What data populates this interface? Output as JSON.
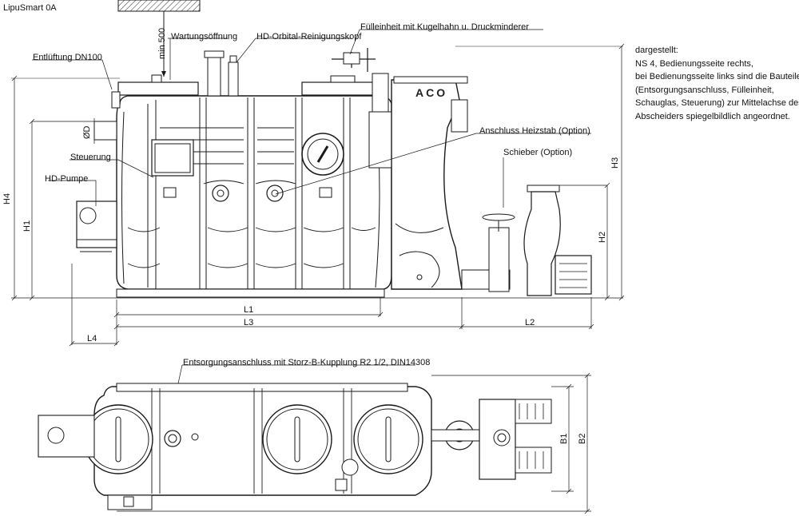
{
  "title": "LipuSmart 0A",
  "logo_text": "ACO",
  "note_lines": [
    "dargestellt:",
    "NS 4, Bedienungsseite rechts,",
    "bei Bedienungsseite links sind die Bauteile",
    "(Entsorgungsanschluss, Fülleinheit,",
    "Schauglas, Steuerung) zur Mittelachse des",
    "Abscheiders spiegelbildlich angeordnet."
  ],
  "labels": {
    "wartung": "Wartungsöffnung",
    "orbital": "HD-Orbital-Reinigungskopf",
    "fuelleinheit": "Fülleinheit mit Kugelhahn u. Druckminderer",
    "entlueftung": "Entlüftung DN100",
    "heizstab": "Anschluss Heizstab (Option)",
    "schieber": "Schieber (Option)",
    "steuerung": "Steuerung",
    "pumpe": "HD-Pumpe",
    "entsorgung": "Entsorgungsanschluss mit Storz-B-Kupplung R2 1/2, DIN14308"
  },
  "dimensions": {
    "min500": "min 500",
    "od": "ØD",
    "h1": "H1",
    "h2": "H2",
    "h3": "H3",
    "h4": "H4",
    "l1": "L1",
    "l2": "L2",
    "l3": "L3",
    "l4": "L4",
    "b1": "B1",
    "b2": "B2"
  },
  "colors": {
    "line": "#1a1a1a",
    "fill": "#ffffff",
    "shade": "#d9d9d9"
  }
}
